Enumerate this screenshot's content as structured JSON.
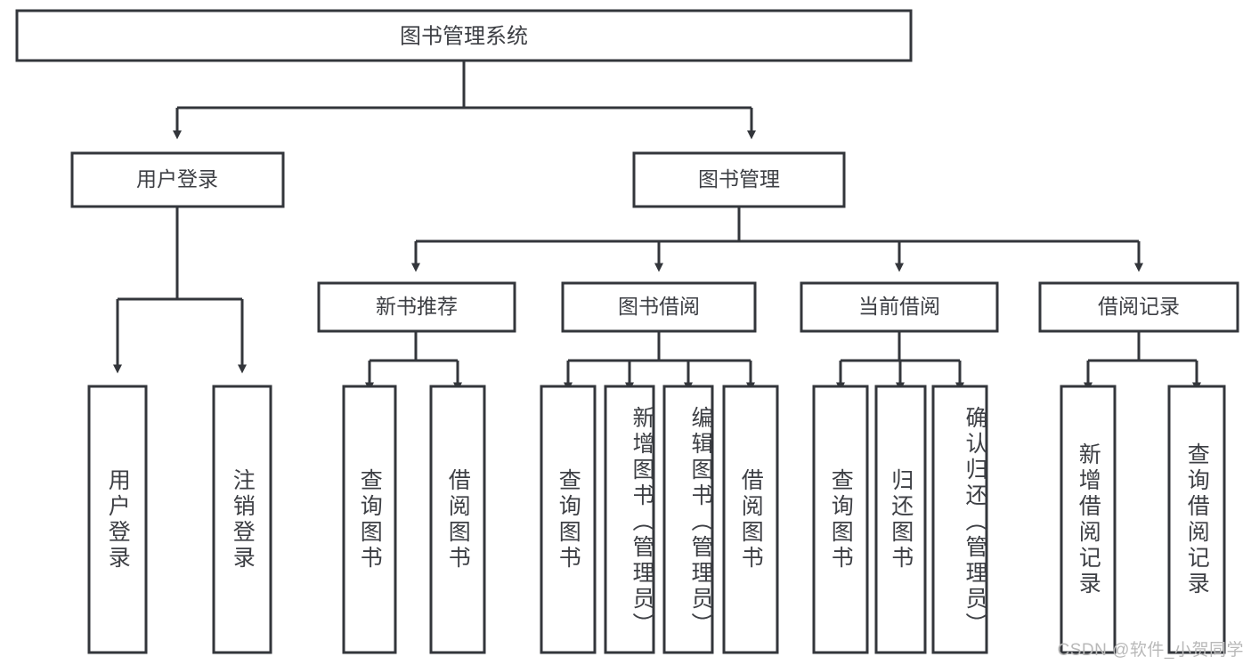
{
  "diagram": {
    "title": "图书管理系统",
    "type": "tree-hierarchy-diagram",
    "colors": {
      "stroke": "#33363b",
      "text": "#3d3f44",
      "background": "#ffffff",
      "watermark": "#b9b9b9"
    },
    "root": {
      "label": "图书管理系统"
    },
    "level1": [
      {
        "label": "用户登录"
      },
      {
        "label": "图书管理"
      }
    ],
    "level2": [
      {
        "label": "新书推荐"
      },
      {
        "label": "图书借阅"
      },
      {
        "label": "当前借阅"
      },
      {
        "label": "借阅记录"
      }
    ],
    "leaves": {
      "user_login": [
        {
          "label": "用户登录"
        },
        {
          "label": "注销登录"
        }
      ],
      "new_book_recommend": [
        {
          "label": "查询图书"
        },
        {
          "label": "借阅图书"
        }
      ],
      "book_borrow": [
        {
          "label": "查询图书"
        },
        {
          "label": "新增图书（管理员）"
        },
        {
          "label": "编辑图书（管理员）"
        },
        {
          "label": "借阅图书"
        }
      ],
      "current_borrow": [
        {
          "label": "查询图书"
        },
        {
          "label": "归还图书"
        },
        {
          "label": "确认归还（管理员）"
        }
      ],
      "borrow_record": [
        {
          "label": "新增借阅记录"
        },
        {
          "label": "查询借阅记录"
        }
      ]
    }
  },
  "watermark": {
    "text": "CSDN @软件_小贺同学"
  }
}
